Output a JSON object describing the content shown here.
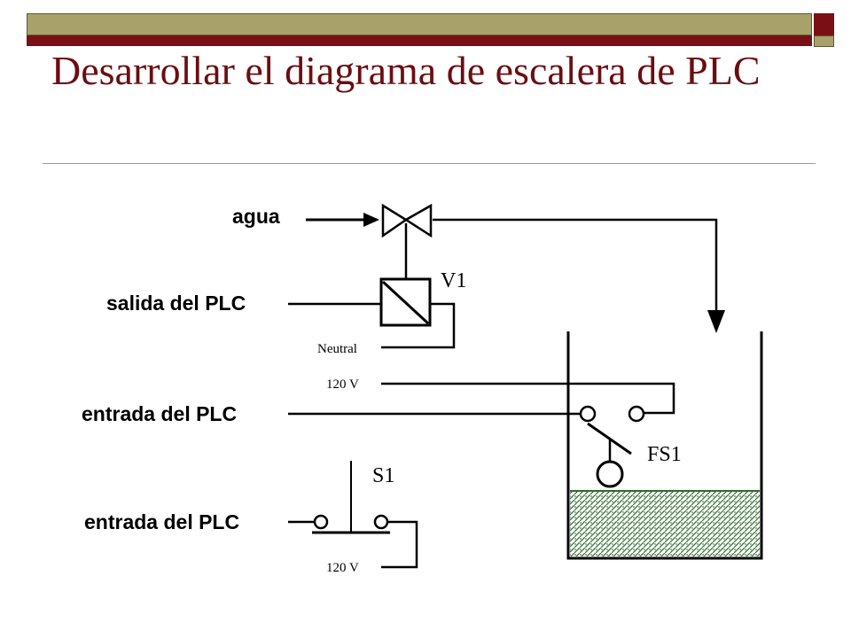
{
  "slide": {
    "title": "Desarrollar el diagrama de escalera de PLC"
  },
  "diagram": {
    "labels": {
      "water": "agua",
      "plc_output": "salida del PLC",
      "plc_input_1": "entrada del PLC",
      "plc_input_2": "entrada del PLC",
      "neutral": "Neutral",
      "voltage_1": "120 V",
      "voltage_2": "120 V",
      "valve_tag": "V1",
      "float_switch_tag": "FS1",
      "switch_tag": "S1"
    },
    "colors": {
      "title": "#6b0d11",
      "accent_red": "#7b0f16",
      "accent_olive": "#a8a26a",
      "water": "#2f6b2f"
    }
  }
}
